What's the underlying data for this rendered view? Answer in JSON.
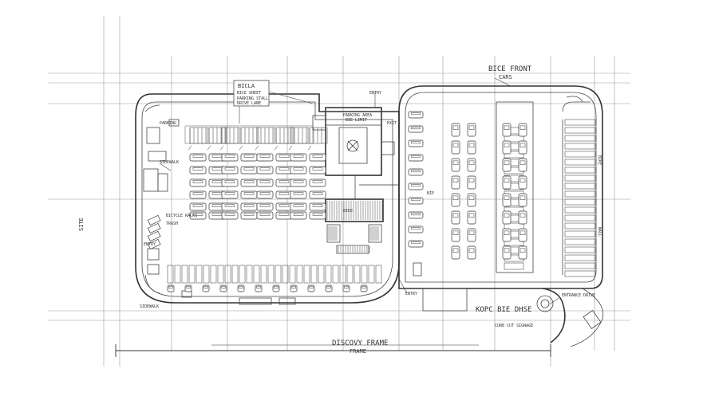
{
  "drawing": {
    "note_top_center_lines": [
      "BICLA",
      "BICE SHEET",
      "PARKING STALL",
      "DRIVE LANE"
    ],
    "note_top_right_lines": [
      "BICE FRONT",
      "CARS"
    ],
    "building_label_lines": [
      "PARKING AREA",
      "BIE LIMIT"
    ],
    "left_small_labels": [
      "PARKING",
      "SIDEWALK",
      "BICYCLE RACKS",
      "TRASH",
      "ENTRY"
    ],
    "mid_small_labels": [
      "ENTRY",
      "EXIT",
      "BIKE",
      "BIP"
    ],
    "bottom_left_label": "SIDEWALK",
    "bottom_center_label": "KOPC BIE DHSE",
    "bottom_right_label": "ENTRANCE DRIVE",
    "bottom_right_sublabel": "CURB CUT SIGNAGE",
    "entry_label": "ENTRY",
    "bottom_title": "DISCOVY FRAME",
    "bottom_subtitle": "FRAME",
    "left_axis_label": "SITE",
    "right_axis_labels": [
      "BIKE",
      "WALL"
    ],
    "colors": {
      "ink": "#333333",
      "grid": "#9a9a9a",
      "paper": "#ffffff"
    }
  }
}
